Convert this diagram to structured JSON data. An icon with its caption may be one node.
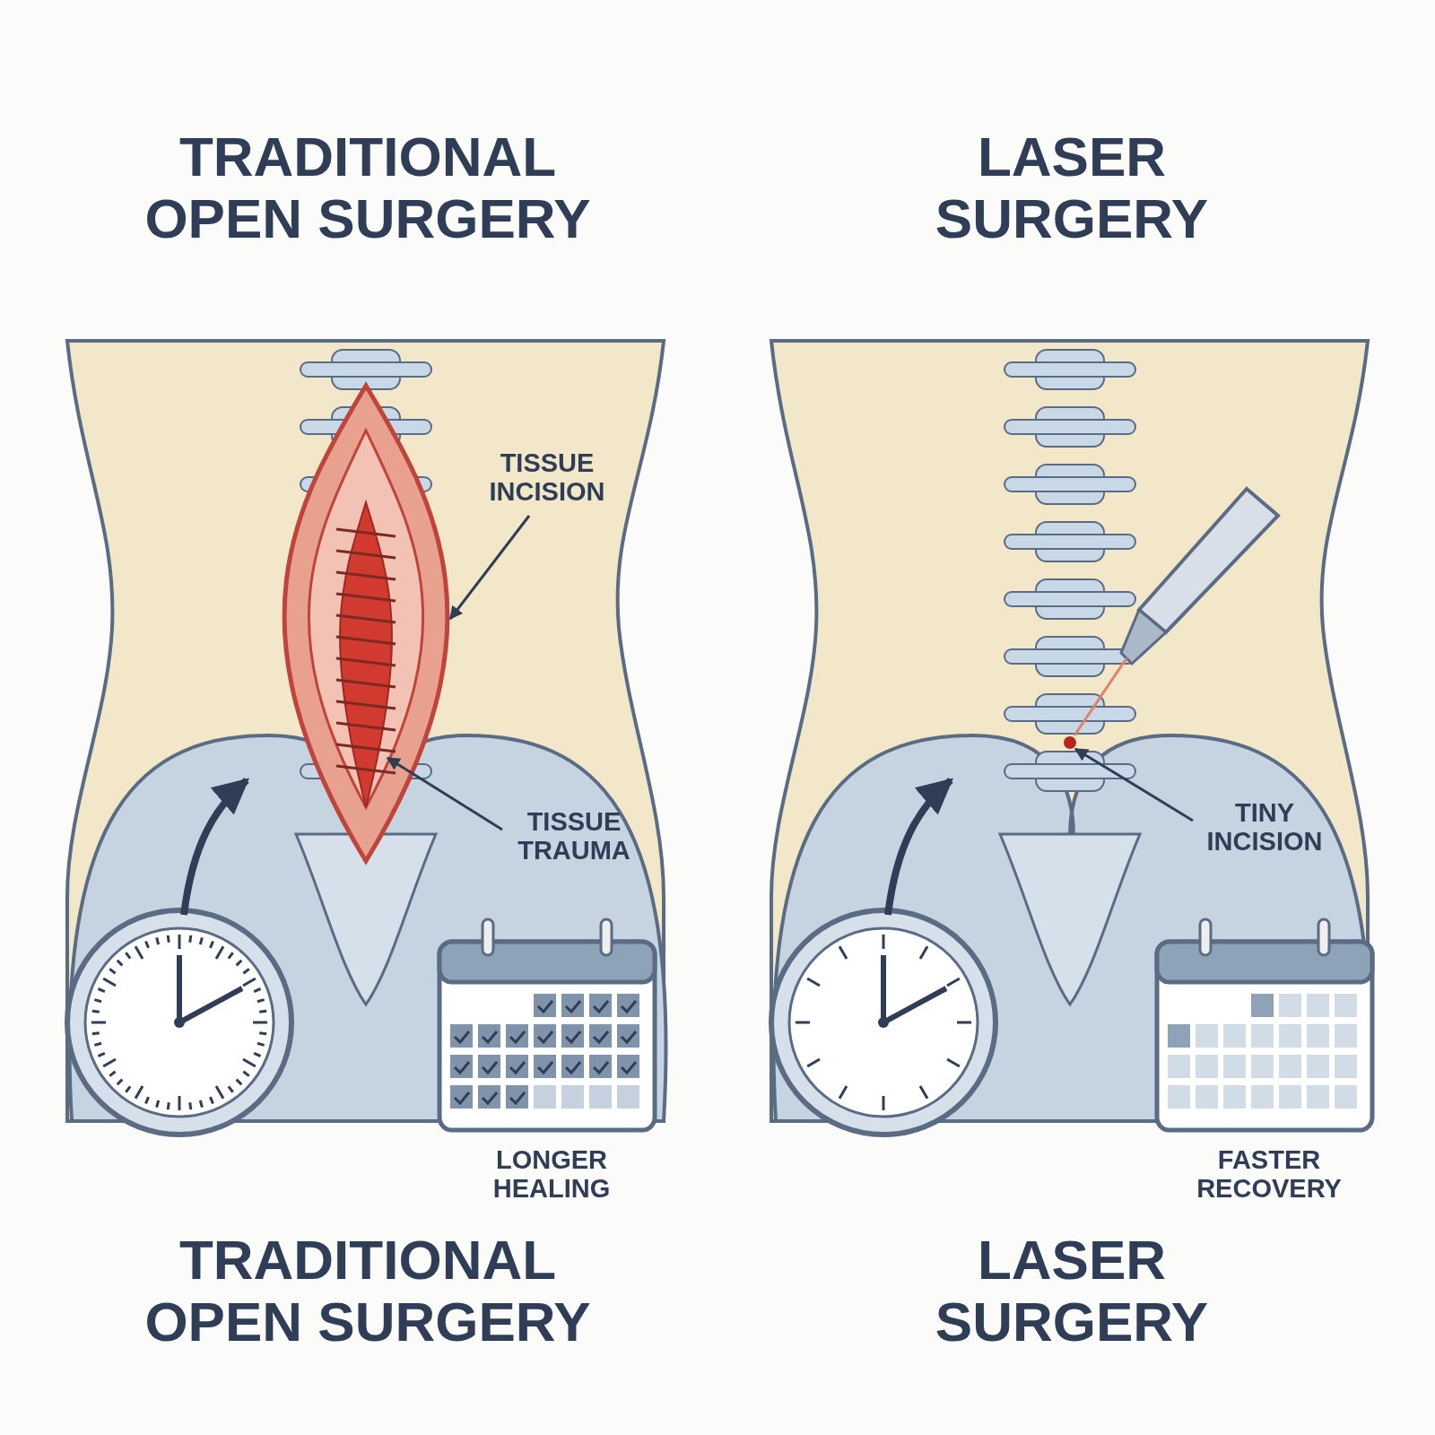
{
  "diagram": {
    "nodes": [
      {
        "text": [
          "TISSUE INCISION"
        ]
      },
      {
        "text": [
          "TISSUE TRAUMA"
        ]
      },
      {
        "text": [
          "TINY INCISION"
        ]
      },
      {
        "text": [],
        "shape": "circle"
      },
      {
        "text": [],
        "shape": "picture"
      }
    ],
    "edges": [
      {
        "from": 0,
        "to": 4,
        "arrow": "to"
      },
      {
        "from": 1,
        "to": 4,
        "arrow": "to"
      },
      {
        "from": 2,
        "to": 3,
        "arrow": "to"
      }
    ],
    "labels": [
      "TRADITIONAL OPEN SURGERY",
      "LASER SURGERY",
      "LONGER HEALING",
      "FASTER RECOVERY",
      "TRADITIONAL OPEN SURGERY",
      "LASER SURGERY"
    ]
  }
}
